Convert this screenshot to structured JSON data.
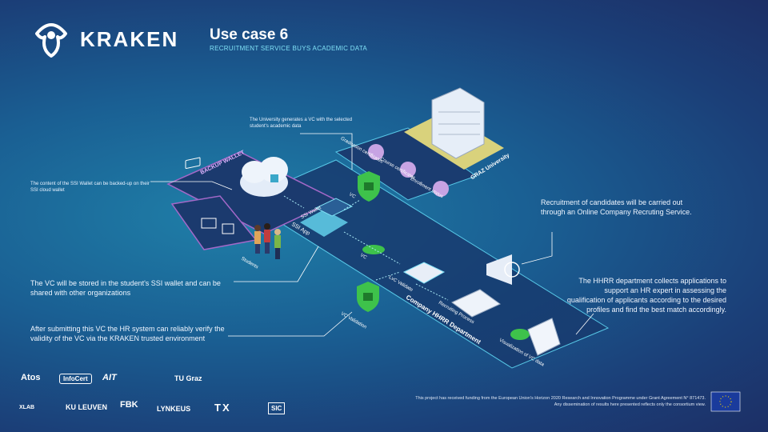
{
  "header": {
    "brand": "KRAKEN",
    "title": "Use case 6",
    "subtitle": "RECRUITMENT SERVICE BUYS ACADEMIC DATA"
  },
  "annotations": {
    "university_vc": "The University generates a VC with the selected student's academic data",
    "backup": "The content of the SSI Wallet can be backed-up on their SSI cloud wallet",
    "store": "The VC will be stored in the student's SSI wallet and can be shared with other organizations",
    "verify": "After submitting this VC the HR system can reliably verify the validity of the VC via the KRAKEN trusted environment",
    "recruitment": "Recruitment of candidates will be carried out through an Online Company Recruting Service.",
    "hhrr": "The HHRR department collects applications to support an HR expert in assessing the qualification of applicants according to the desired profiles and find the best match accordingly."
  },
  "diagram_labels": {
    "backup_wallet": "BACKUP WALLET",
    "graz": "GRAZ University",
    "graduation": "Graduation certificates",
    "course": "Course certificates",
    "enrollment": "Enrollment status",
    "vc": "VC",
    "vc2": "VC",
    "ssi_wallet": "SSI Wallet",
    "ssi_app": "SSI App",
    "students": "Students",
    "company": "Company HHRR Department",
    "vc_validation": "VC Validation",
    "lvc": "LvC Validate",
    "recruiting": "Recruiting Process",
    "visualization": "Visualization of VC data"
  },
  "partners": [
    "Atos",
    "InfoCert",
    "AIT",
    "TU Graz",
    "XLAB",
    "KU LEUVEN",
    "FBK",
    "LYNKEUS",
    "TX",
    "SIC"
  ],
  "funding": "This project has received funding from the European Union's Horizon 2020 Research and Innovation Programme under Grant Agreement N° 871473. Any dissemination of results here presented reflects only the consortium view.",
  "colors": {
    "accent": "#7fe0f5",
    "green": "#3ec24b",
    "purple": "#b98ad6",
    "platform": "#1d3f73"
  }
}
